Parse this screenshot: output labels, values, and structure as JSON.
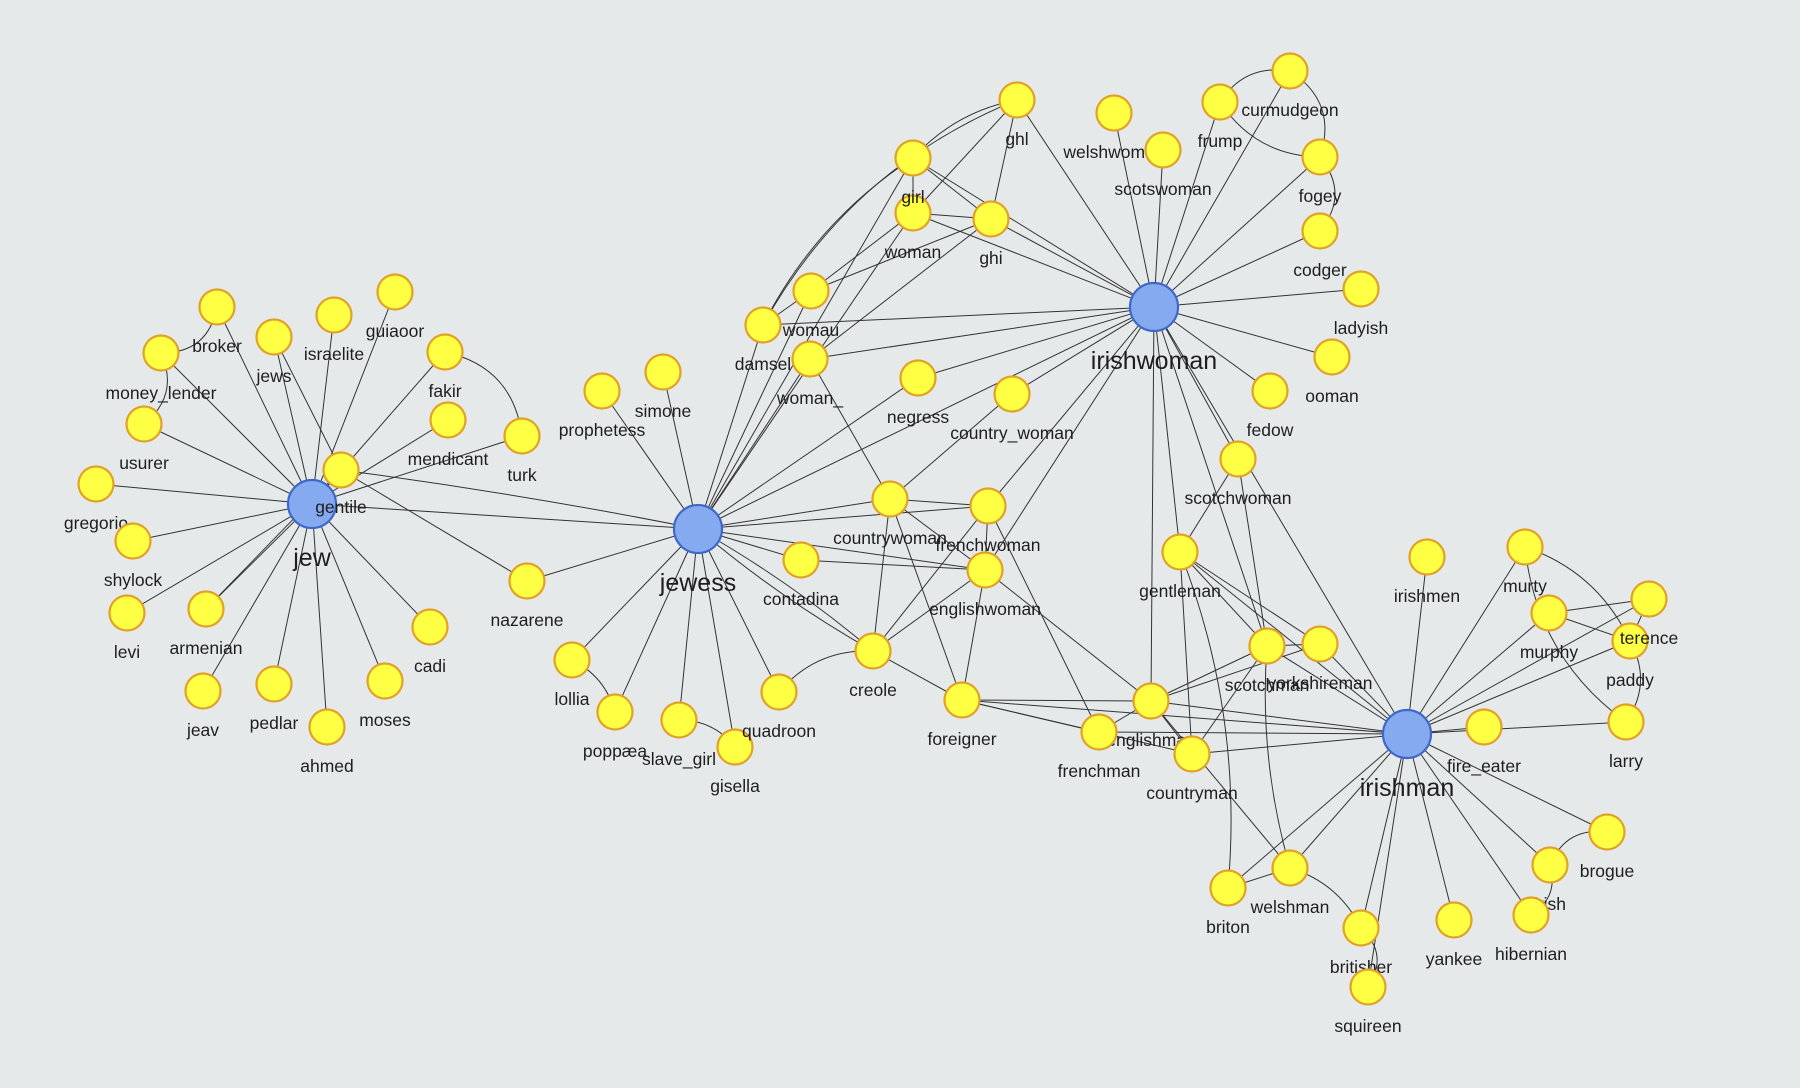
{
  "graph": {
    "hubs": [
      "jew",
      "jewess",
      "irishwoman",
      "irishman"
    ],
    "nodes": [
      "jew",
      "jewess",
      "irishwoman",
      "irishman",
      "broker",
      "jews",
      "israelite",
      "guiaoor",
      "money_lender",
      "fakir",
      "usurer",
      "mendicant",
      "gentile",
      "gregorio",
      "shylock",
      "levi",
      "armenian",
      "jeav",
      "pedlar",
      "ahmed",
      "moses",
      "cadi",
      "turk",
      "nazarene",
      "prophetess",
      "simone",
      "lollia",
      "poppæa",
      "slave_girl",
      "gisella",
      "quadroon",
      "contadina",
      "creole",
      "countrywoman",
      "frenchwoman",
      "englishwoman",
      "foreigner",
      "negress",
      "country_woman",
      "damsel",
      "womau",
      "woman_",
      "woman",
      "girl",
      "ghl",
      "ghi",
      "welshwoman",
      "scotswoman",
      "frump",
      "curmudgeon",
      "fogey",
      "codger",
      "ladyish",
      "ooman",
      "fedow",
      "scotchwoman",
      "gentleman",
      "scotchman",
      "yorkshireman",
      "englishman",
      "frenchman",
      "countryman",
      "irishmen",
      "murty",
      "murphy",
      "paddy",
      "terence",
      "larry",
      "fire_eater",
      "brogue",
      "irish",
      "hibernian",
      "yankee",
      "britisher",
      "squireen",
      "welshman",
      "briton"
    ],
    "edges": [
      [
        "jew",
        "broker"
      ],
      [
        "jew",
        "jews"
      ],
      [
        "jew",
        "israelite"
      ],
      [
        "jew",
        "guiaoor"
      ],
      [
        "jew",
        "money_lender"
      ],
      [
        "jew",
        "fakir"
      ],
      [
        "jew",
        "usurer"
      ],
      [
        "jew",
        "mendicant"
      ],
      [
        "jew",
        "gentile"
      ],
      [
        "jew",
        "gregorio"
      ],
      [
        "jew",
        "shylock"
      ],
      [
        "jew",
        "levi"
      ],
      [
        "jew",
        "armenian"
      ],
      [
        "jew",
        "jeav"
      ],
      [
        "jew",
        "pedlar"
      ],
      [
        "jew",
        "ahmed"
      ],
      [
        "jew",
        "moses"
      ],
      [
        "jew",
        "cadi"
      ],
      [
        "jew",
        "turk"
      ],
      [
        "jew",
        "jewess"
      ],
      [
        "broker",
        "money_lender"
      ],
      [
        "money_lender",
        "usurer"
      ],
      [
        "fakir",
        "turk"
      ],
      [
        "gentile",
        "jewess"
      ],
      [
        "gentile",
        "nazarene"
      ],
      [
        "gentile",
        "armenian"
      ],
      [
        "gentile",
        "jews"
      ],
      [
        "jewess",
        "prophetess"
      ],
      [
        "jewess",
        "simone"
      ],
      [
        "jewess",
        "nazarene"
      ],
      [
        "jewess",
        "lollia"
      ],
      [
        "jewess",
        "poppæa"
      ],
      [
        "jewess",
        "slave_girl"
      ],
      [
        "jewess",
        "gisella"
      ],
      [
        "jewess",
        "quadroon"
      ],
      [
        "jewess",
        "contadina"
      ],
      [
        "jewess",
        "creole"
      ],
      [
        "jewess",
        "countrywoman"
      ],
      [
        "jewess",
        "frenchwoman"
      ],
      [
        "jewess",
        "englishwoman"
      ],
      [
        "jewess",
        "negress"
      ],
      [
        "jewess",
        "damsel"
      ],
      [
        "jewess",
        "womau"
      ],
      [
        "jewess",
        "woman_"
      ],
      [
        "jewess",
        "woman"
      ],
      [
        "jewess",
        "girl"
      ],
      [
        "jewess",
        "irishwoman"
      ],
      [
        "lollia",
        "poppæa"
      ],
      [
        "slave_girl",
        "gisella"
      ],
      [
        "quadroon",
        "creole"
      ],
      [
        "contadina",
        "englishwoman"
      ],
      [
        "creole",
        "countrywoman"
      ],
      [
        "creole",
        "frenchwoman"
      ],
      [
        "creole",
        "englishwoman"
      ],
      [
        "creole",
        "foreigner"
      ],
      [
        "creole",
        "jewess"
      ],
      [
        "countrywoman",
        "frenchwoman"
      ],
      [
        "countrywoman",
        "englishwoman"
      ],
      [
        "countrywoman",
        "foreigner"
      ],
      [
        "countrywoman",
        "country_woman"
      ],
      [
        "countrywoman",
        "woman_"
      ],
      [
        "frenchwoman",
        "englishwoman"
      ],
      [
        "frenchwoman",
        "frenchman"
      ],
      [
        "frenchwoman",
        "irishwoman"
      ],
      [
        "englishwoman",
        "englishman"
      ],
      [
        "englishwoman",
        "foreigner"
      ],
      [
        "englishwoman",
        "irishwoman"
      ],
      [
        "foreigner",
        "englishman"
      ],
      [
        "foreigner",
        "frenchman"
      ],
      [
        "foreigner",
        "irishman"
      ],
      [
        "negress",
        "irishwoman"
      ],
      [
        "country_woman",
        "irishwoman"
      ],
      [
        "damsel",
        "womau"
      ],
      [
        "damsel",
        "girl"
      ],
      [
        "damsel",
        "ghl"
      ],
      [
        "damsel",
        "irishwoman"
      ],
      [
        "womau",
        "woman"
      ],
      [
        "womau",
        "ghi"
      ],
      [
        "woman_",
        "ghi"
      ],
      [
        "woman_",
        "irishwoman"
      ],
      [
        "woman",
        "girl"
      ],
      [
        "woman",
        "ghl"
      ],
      [
        "woman",
        "ghi"
      ],
      [
        "woman",
        "irishwoman"
      ],
      [
        "girl",
        "ghl"
      ],
      [
        "girl",
        "ghi"
      ],
      [
        "girl",
        "irishwoman"
      ],
      [
        "ghl",
        "ghi"
      ],
      [
        "ghl",
        "irishwoman"
      ],
      [
        "ghi",
        "irishwoman"
      ],
      [
        "irishwoman",
        "welshwoman"
      ],
      [
        "irishwoman",
        "scotswoman"
      ],
      [
        "irishwoman",
        "frump"
      ],
      [
        "irishwoman",
        "curmudgeon"
      ],
      [
        "irishwoman",
        "fogey"
      ],
      [
        "irishwoman",
        "codger"
      ],
      [
        "irishwoman",
        "ladyish"
      ],
      [
        "irishwoman",
        "ooman"
      ],
      [
        "irishwoman",
        "fedow"
      ],
      [
        "irishwoman",
        "scotchwoman"
      ],
      [
        "irishwoman",
        "gentleman"
      ],
      [
        "irishwoman",
        "scotchman"
      ],
      [
        "irishwoman",
        "irishman"
      ],
      [
        "irishwoman",
        "englishman"
      ],
      [
        "frump",
        "curmudgeon"
      ],
      [
        "curmudgeon",
        "fogey"
      ],
      [
        "fogey",
        "codger"
      ],
      [
        "frump",
        "fogey"
      ],
      [
        "scotchwoman",
        "scotchman"
      ],
      [
        "scotchwoman",
        "gentleman"
      ],
      [
        "gentleman",
        "scotchman"
      ],
      [
        "gentleman",
        "yorkshireman"
      ],
      [
        "gentleman",
        "countryman"
      ],
      [
        "gentleman",
        "briton"
      ],
      [
        "gentleman",
        "irishman"
      ],
      [
        "scotchman",
        "yorkshireman"
      ],
      [
        "scotchman",
        "englishman"
      ],
      [
        "scotchman",
        "countryman"
      ],
      [
        "scotchman",
        "irishman"
      ],
      [
        "scotchman",
        "welshman"
      ],
      [
        "yorkshireman",
        "irishman"
      ],
      [
        "yorkshireman",
        "englishman"
      ],
      [
        "englishman",
        "frenchman"
      ],
      [
        "englishman",
        "countryman"
      ],
      [
        "englishman",
        "welshman"
      ],
      [
        "englishman",
        "irishman"
      ],
      [
        "frenchman",
        "irishman"
      ],
      [
        "countryman",
        "irishman"
      ],
      [
        "countryman",
        "foreigner"
      ],
      [
        "irishman",
        "irishmen"
      ],
      [
        "irishman",
        "murty"
      ],
      [
        "irishman",
        "murphy"
      ],
      [
        "irishman",
        "paddy"
      ],
      [
        "irishman",
        "terence"
      ],
      [
        "irishman",
        "larry"
      ],
      [
        "irishman",
        "fire_eater"
      ],
      [
        "irishman",
        "brogue"
      ],
      [
        "irishman",
        "irish"
      ],
      [
        "irishman",
        "hibernian"
      ],
      [
        "irishman",
        "yankee"
      ],
      [
        "irishman",
        "britisher"
      ],
      [
        "irishman",
        "squireen"
      ],
      [
        "irishman",
        "welshman"
      ],
      [
        "irishman",
        "briton"
      ],
      [
        "murty",
        "paddy"
      ],
      [
        "murphy",
        "paddy"
      ],
      [
        "murphy",
        "terence"
      ],
      [
        "paddy",
        "larry"
      ],
      [
        "paddy",
        "terence"
      ],
      [
        "murty",
        "larry"
      ],
      [
        "brogue",
        "irish"
      ],
      [
        "irish",
        "hibernian"
      ],
      [
        "welshman",
        "britisher"
      ],
      [
        "welshman",
        "briton"
      ],
      [
        "britisher",
        "squireen"
      ]
    ]
  },
  "colors": {
    "background": "#e6e9ea",
    "hub_fill": "#86aaf0",
    "hub_stroke": "#3d68c8",
    "leaf_fill": "#ffff44",
    "leaf_stroke": "#e0a126",
    "edge": "#333333",
    "label": "#1e1e1e"
  }
}
